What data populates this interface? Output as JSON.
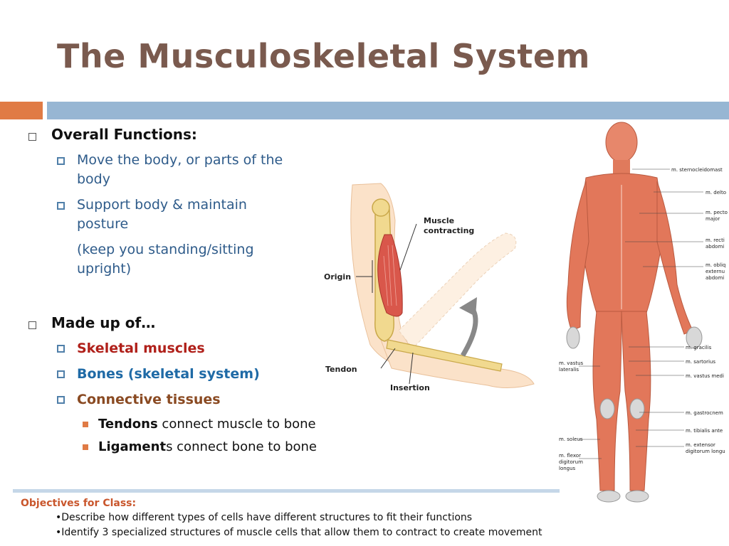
{
  "slide": {
    "title": "The Musculoskeletal System"
  },
  "content": {
    "section1": {
      "heading": "Overall Functions:",
      "items": [
        "Move the body, or parts of the",
        "body",
        "Support body & maintain",
        "posture",
        "(keep you standing/sitting",
        "upright)"
      ]
    },
    "section2": {
      "heading": "Made up of…",
      "skeletal": "Skeletal muscles",
      "bones": "Bones (skeletal system)",
      "connective": "Connective tissues",
      "tendons_bold": "Tendons",
      "tendons_rest": " connect muscle to bone",
      "ligament_bold": "Ligament",
      "ligament_rest": "s connect bone to bone"
    }
  },
  "arm_diagram": {
    "muscle_label_1": "Muscle",
    "muscle_label_2": "contracting",
    "origin": "Origin",
    "tendon": "Tendon",
    "insertion": "Insertion"
  },
  "body_diagram": {
    "labels_right": [
      "m. sternocleidomast",
      "m. delto",
      "m. pecto",
      "major",
      "m. recti",
      "abdomi",
      "m. obliq",
      "externu",
      "abdomi",
      "m. gracilis",
      "m. sartorius",
      "m. vastus medi",
      "m. gastrocnem",
      "m. tibialis ante",
      "m. extensor",
      "digitorum longu"
    ],
    "labels_left": [
      "m. vastus",
      "lateralis",
      "m. soleus",
      "m. flexor",
      "digitorum",
      "longus"
    ]
  },
  "objectives": {
    "title": "Objectives for Class:",
    "items": [
      "•Describe how different types of cells have different structures to fit their functions",
      "•Identify 3 specialized structures of muscle cells that allow them to contract to create movement"
    ]
  },
  "colors": {
    "title": "#7a5a4e",
    "accent_orange": "#e07b45",
    "accent_blue": "#97b6d3",
    "red_text": "#b0201a",
    "blue_text": "#1f6aa6",
    "brown_text": "#8a4a22"
  }
}
